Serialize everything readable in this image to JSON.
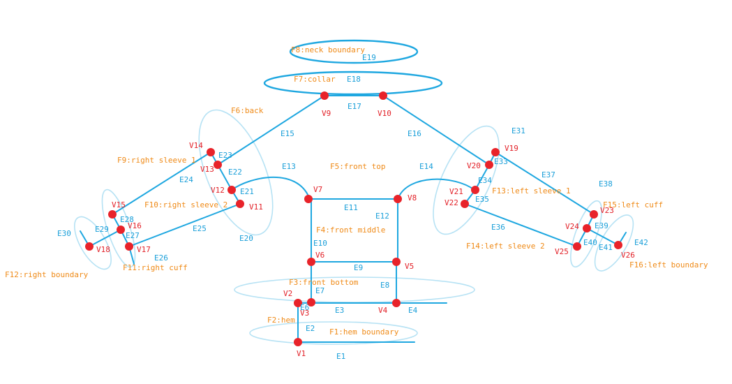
{
  "colors": {
    "edge": "#1ea7e0",
    "edge_light": "#b6e2f4",
    "vertex": "#e8232a",
    "vertex_label": "#e21f26",
    "edge_label": "#1a9fd9",
    "face_label": "#ef8a17"
  },
  "vertices": [
    "V1",
    "V2",
    "V3",
    "V4",
    "V5",
    "V6",
    "V7",
    "V8",
    "V9",
    "V10",
    "V11",
    "V12",
    "V13",
    "V14",
    "V15",
    "V16",
    "V17",
    "V18",
    "V19",
    "V20",
    "V21",
    "V22",
    "V23",
    "V24",
    "V25",
    "V26"
  ],
  "edges": [
    "E1",
    "E2",
    "E3",
    "E4",
    "E6",
    "E7",
    "E8",
    "E9",
    "E10",
    "E11",
    "E12",
    "E13",
    "E14",
    "E15",
    "E16",
    "E17",
    "E18",
    "E19",
    "E20",
    "E21",
    "E22",
    "E23",
    "E24",
    "E25",
    "E26",
    "E27",
    "E28",
    "E29",
    "E30",
    "E31",
    "E33",
    "E34",
    "E35",
    "E36",
    "E37",
    "E38",
    "E39",
    "E40",
    "E41",
    "E42"
  ],
  "faces": [
    "F1:hem boundary",
    "F2:hem",
    "F3:front bottom",
    "F4:front middle",
    "F5:front top",
    "F6:back",
    "F7:collar",
    "F8:neck boundary",
    "F9:right sleeve 1",
    "F10:right sleeve 2",
    "F11:right cuff",
    "F12:right boundary",
    "F13:left sleeve 1",
    "F14:left sleeve 2",
    "F15:left cuff",
    "F16:left boundary"
  ]
}
